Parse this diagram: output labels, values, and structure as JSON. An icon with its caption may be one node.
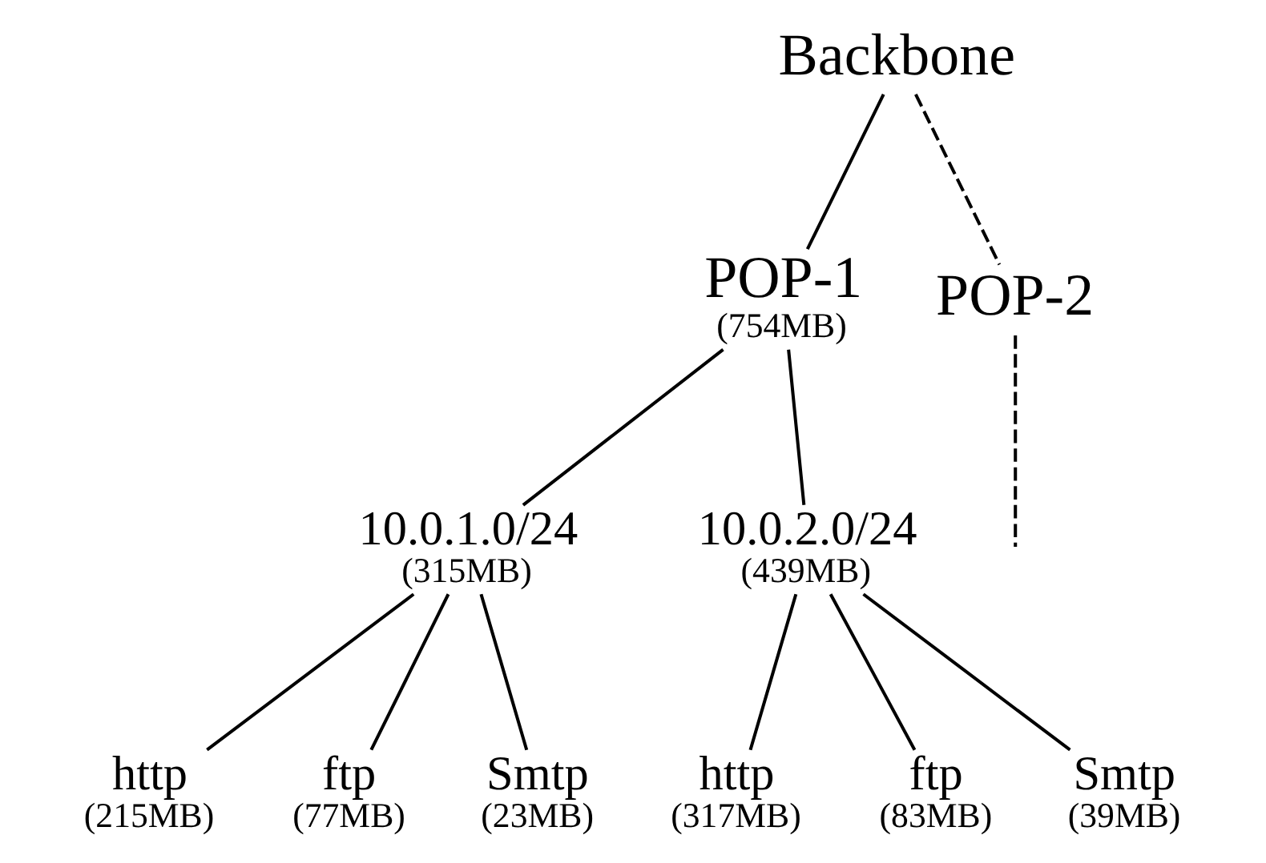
{
  "diagram": {
    "nodes": [
      {
        "text": [
          "Backbone"
        ]
      },
      {
        "text": [
          "POP-1",
          "(754MB)"
        ]
      },
      {
        "text": [
          "POP-2"
        ]
      },
      {
        "text": [
          "10.0.1.0/24",
          "(315MB)"
        ]
      },
      {
        "text": [
          "10.0.2.0/24",
          "(439MB)"
        ]
      },
      {
        "text": [
          "http",
          "(215MB)"
        ]
      },
      {
        "text": [
          "ftp",
          "(77MB)"
        ]
      },
      {
        "text": [
          "Smtp",
          "(23MB)"
        ]
      },
      {
        "text": [
          "http",
          "(317MB)"
        ]
      },
      {
        "text": [
          "ftp",
          "(83MB)"
        ]
      },
      {
        "text": [
          "Smtp",
          "(39MB)"
        ]
      }
    ],
    "edges": [
      {
        "from": 0,
        "to": 1,
        "arrow": "none"
      },
      {
        "from": 0,
        "to": 2,
        "arrow": "none",
        "style": "dashed"
      },
      {
        "from": 1,
        "to": 3,
        "arrow": "none"
      },
      {
        "from": 1,
        "to": 4,
        "arrow": "none"
      },
      {
        "from": 2,
        "to": null,
        "arrow": "none",
        "style": "dashed"
      },
      {
        "from": 3,
        "to": 5,
        "arrow": "none"
      },
      {
        "from": 3,
        "to": 6,
        "arrow": "none"
      },
      {
        "from": 3,
        "to": 7,
        "arrow": "none"
      },
      {
        "from": 4,
        "to": 8,
        "arrow": "none"
      },
      {
        "from": 4,
        "to": 9,
        "arrow": "none"
      },
      {
        "from": 4,
        "to": 10,
        "arrow": "none"
      }
    ]
  }
}
